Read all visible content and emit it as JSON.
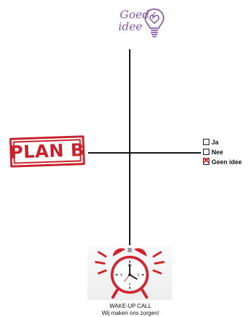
{
  "logo": {
    "line1": "Goed",
    "line2": "idee",
    "color": "#8a5aa8",
    "icon": "lightbulb-heart-icon"
  },
  "stamp": {
    "text": "PLAN B",
    "color": "#c8232c"
  },
  "checklist": {
    "items": [
      {
        "label": "Ja",
        "checked": false
      },
      {
        "label": "Nee",
        "checked": false
      },
      {
        "label": "Geen idee",
        "checked": true
      }
    ],
    "check_color": "#e0151b"
  },
  "clock": {
    "icon": "alarm-clock-icon",
    "caption_line1": "WAKE-UP CALL",
    "caption_line2": "Wij maken ons zorgen!",
    "color": "#d4212b"
  }
}
